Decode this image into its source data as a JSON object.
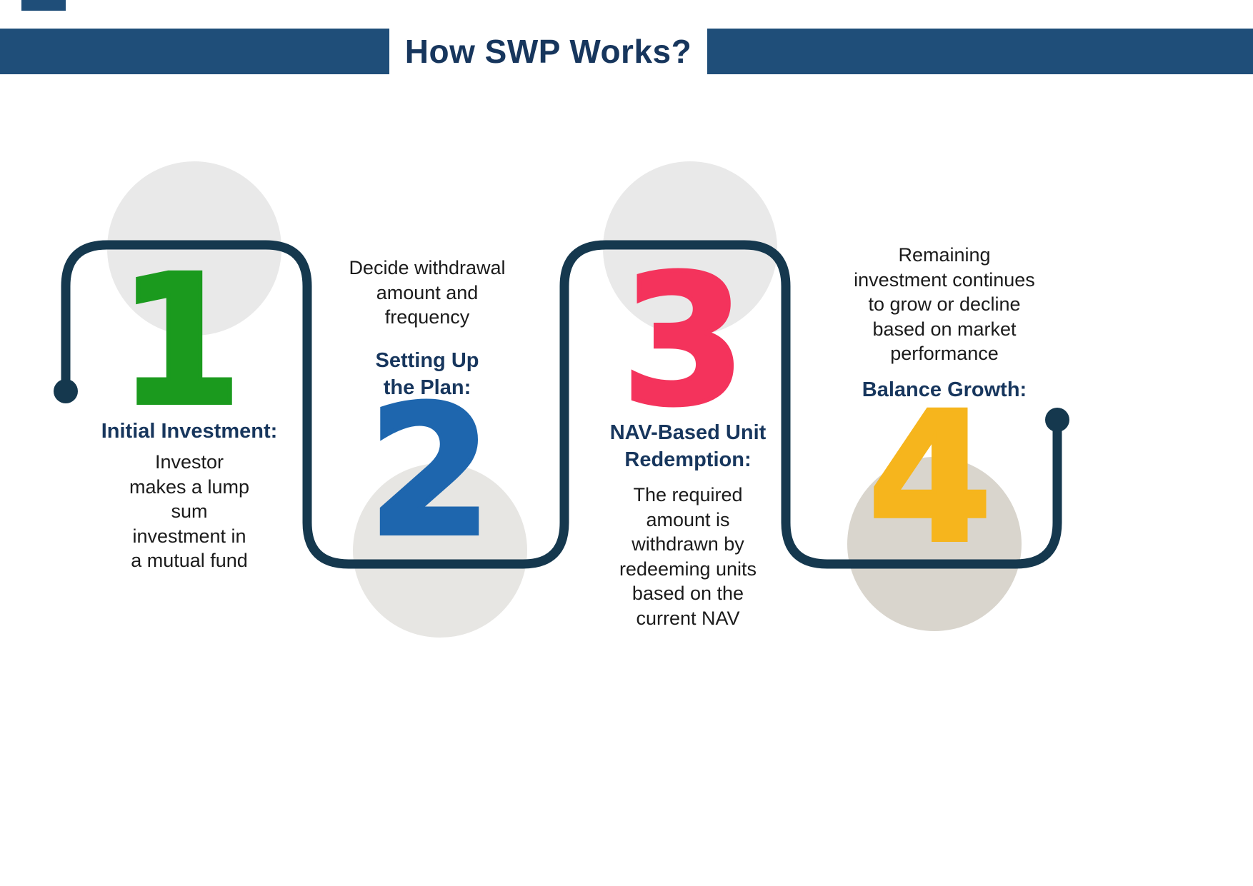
{
  "header": {
    "title": "How SWP Works?"
  },
  "palette": {
    "header_bar": "#1f4e79",
    "title_text": "#17365d",
    "path_line": "#15384e",
    "circle_light": "#e9e9e9",
    "circle_shaded": "#d9d5cd"
  },
  "steps": [
    {
      "number": "1",
      "number_color": "#1b9a1e",
      "heading": "Initial Investment:",
      "description": "Investor\nmakes a lump\nsum\ninvestment in\na mutual fund"
    },
    {
      "number": "2",
      "number_color": "#1e66ae",
      "heading": "Setting Up\nthe Plan:",
      "description": "Decide withdrawal\namount and\nfrequency"
    },
    {
      "number": "3",
      "number_color": "#f4335c",
      "heading": "NAV-Based Unit\nRedemption:",
      "description": "The required\namount is\nwithdrawn by\nredeeming units\nbased on the\ncurrent NAV"
    },
    {
      "number": "4",
      "number_color": "#f6b51d",
      "heading": "Balance Growth:",
      "description": "Remaining\ninvestment continues\nto grow or decline\nbased on market\nperformance"
    }
  ]
}
